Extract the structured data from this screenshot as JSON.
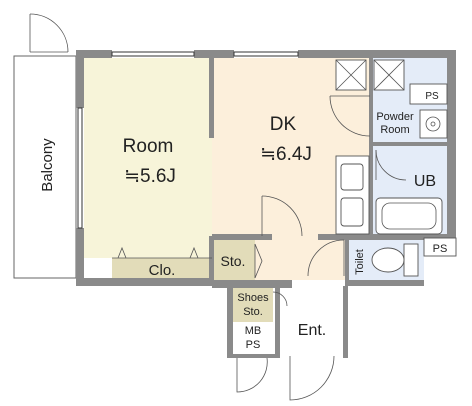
{
  "labels": {
    "room": "Room",
    "room_size": "≒5.6J",
    "dk": "DK",
    "dk_size": "≒6.4J",
    "closet": "Clo.",
    "storage": "Sto.",
    "balcony": "Balcony",
    "powder_room_line1": "Powder",
    "powder_room_line2": "Room",
    "unit_bath": "UB",
    "toilet": "Toilet",
    "pipe_space": "PS",
    "shoes_storage_line1": "Shoes",
    "shoes_storage_line2": "Sto.",
    "meter_box_line1": "MB",
    "meter_box_line2": "PS",
    "entrance": "Ent."
  },
  "colors": {
    "room_floor": "#f7f4d9",
    "dk_floor": "#fcefdb",
    "wet_area": "#e4ecf8",
    "storage": "#e2dcb9",
    "wall": "#8a8a8a",
    "line": "#333333"
  }
}
